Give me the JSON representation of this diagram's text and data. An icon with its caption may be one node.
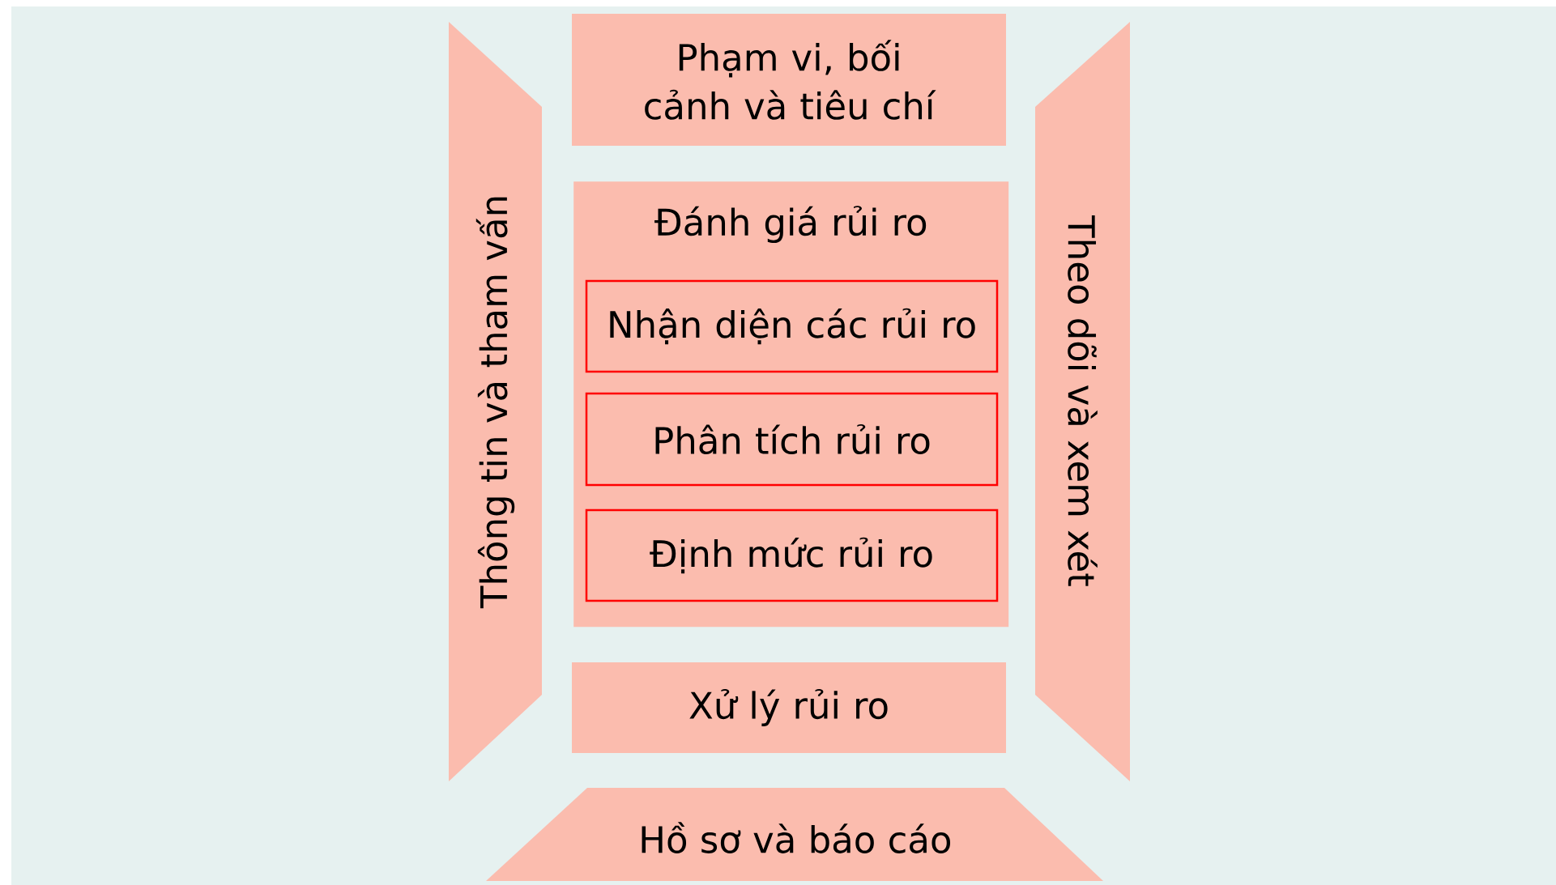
{
  "diagram": {
    "nodes": [
      {
        "text": [
          "Thông tin và tham vấn"
        ]
      },
      {
        "text": [
          "Phạm vi, bối cảnh và tiêu chí"
        ]
      },
      {
        "text": [
          "Đánh giá rủi ro"
        ]
      },
      {
        "text": [
          "Nhận diện các rủi ro"
        ],
        "in": 2
      },
      {
        "text": [
          "Phân tích rủi ro"
        ],
        "in": 2
      },
      {
        "text": [
          "Định mức rủi ro"
        ],
        "in": 2
      },
      {
        "text": [
          "Xử lý rủi ro"
        ]
      },
      {
        "text": [
          "Hồ sơ và báo cáo"
        ]
      },
      {
        "text": [
          "Theo dõi và xem xét"
        ]
      }
    ]
  }
}
